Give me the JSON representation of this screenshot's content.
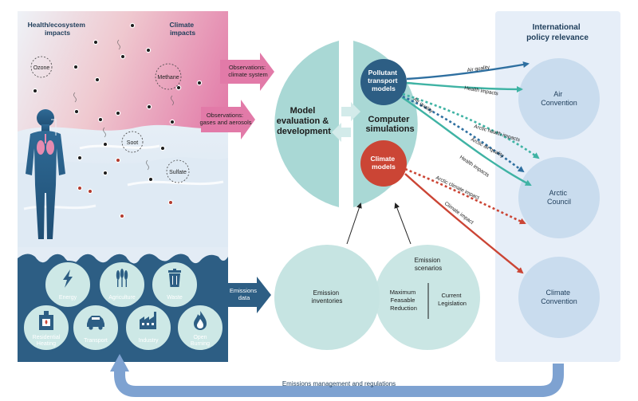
{
  "top_panel": {
    "health_label": [
      "Health/ecosystem",
      "impacts"
    ],
    "climate_label": [
      "Climate",
      "impacts"
    ],
    "particles": [
      {
        "id": "ozone",
        "label": "Ozone"
      },
      {
        "id": "methane",
        "label": "Methane"
      },
      {
        "id": "soot",
        "label": "Soot"
      },
      {
        "id": "sulfate",
        "label": "Sulfate"
      }
    ]
  },
  "arrows_in": {
    "observations_climate": [
      "Observations:",
      "climate system"
    ],
    "observations_gases": [
      "Observations:",
      "gases and aerosols"
    ],
    "emissions_data": [
      "Emissions",
      "data"
    ]
  },
  "sources": [
    {
      "id": "energy",
      "label": "Energy",
      "icon": "lightning-icon"
    },
    {
      "id": "agriculture",
      "label": "Agriculture",
      "icon": "wheat-icon"
    },
    {
      "id": "waste",
      "label": "Waste",
      "icon": "trash-can-icon"
    },
    {
      "id": "residential",
      "label": [
        "Residential",
        "Heating"
      ],
      "icon": "stove-icon"
    },
    {
      "id": "transport",
      "label": "Transport",
      "icon": "car-icon"
    },
    {
      "id": "industry",
      "label": "Industry",
      "icon": "factory-icon"
    },
    {
      "id": "open_burning",
      "label": [
        "Open",
        "Burning"
      ],
      "icon": "flame-icon"
    }
  ],
  "model_eval": [
    "Model",
    "evaluation &",
    "development"
  ],
  "computer_sim": [
    "Computer",
    "simulations"
  ],
  "pollutant_models": [
    "Pollutant",
    "transport",
    "models"
  ],
  "climate_models": [
    "Climate",
    "models"
  ],
  "emission_inventories": [
    "Emission",
    "inventories"
  ],
  "emission_scenarios": {
    "title": [
      "Emission",
      "scenarios"
    ],
    "mfr": [
      "Maximum",
      "Feasable",
      "Reduction"
    ],
    "current": [
      "Current",
      "Legislation"
    ]
  },
  "policy": {
    "title": [
      "International",
      "policy relevance"
    ],
    "air": [
      "Air",
      "Convention"
    ],
    "arctic": [
      "Arctic",
      "Council"
    ],
    "climate": [
      "Climate",
      "Convention"
    ]
  },
  "links": {
    "air_quality_1": "Air quality",
    "health_impacts_1": "Health impacts",
    "air_quality_2": "Air quality",
    "arctic_health_impacts": "Arctic health impacts",
    "arctic_air_quality": "Arctic air quality",
    "health_impacts_2": "Health impacts",
    "arctic_climate_impact": "Arctic climate impact",
    "climate_impact": "Climate impact"
  },
  "bottom_label": "Emissions management and regulations",
  "colors": {
    "teal_light": "#a9d8d5",
    "navy": "#2d5e84",
    "red": "#cb4535",
    "pink": "#e88ab2",
    "blue_arrow": "#2e6fa0",
    "teal_arrow": "#3fb3a4",
    "policy_bg": "#e6eef8",
    "policy_circle": "#c9dcee"
  }
}
